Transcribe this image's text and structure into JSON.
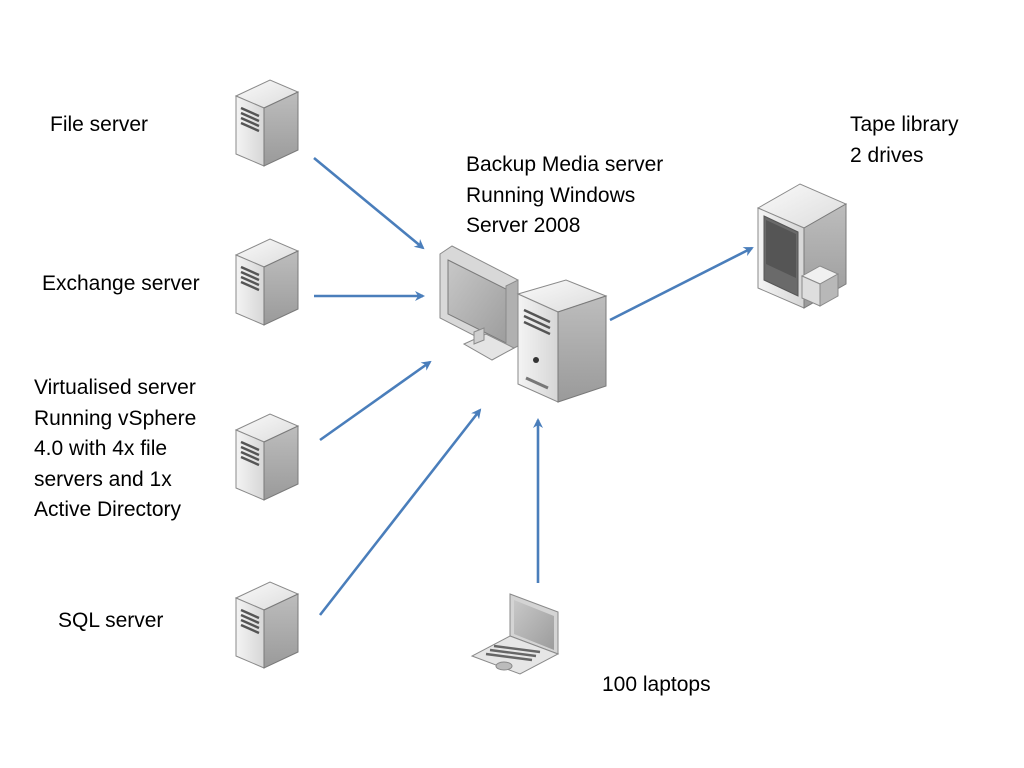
{
  "diagram": {
    "arrow_color": "#4a7ebb",
    "nodes": [
      {
        "id": "file-server",
        "type": "server",
        "lines": [
          "File server"
        ]
      },
      {
        "id": "exchange-server",
        "type": "server",
        "lines": [
          "Exchange server"
        ]
      },
      {
        "id": "virtualised-server",
        "type": "server",
        "lines": [
          "Virtualised server",
          "Running vSphere",
          "4.0 with 4x file",
          "servers and 1x",
          "Active Directory"
        ]
      },
      {
        "id": "sql-server",
        "type": "server",
        "lines": [
          "SQL server"
        ]
      },
      {
        "id": "backup-media-server",
        "type": "workstation",
        "lines": [
          "Backup Media server",
          "Running Windows",
          "Server 2008"
        ]
      },
      {
        "id": "tape-library",
        "type": "tape-library",
        "lines": [
          "Tape library",
          "2 drives"
        ]
      },
      {
        "id": "laptops",
        "type": "laptop",
        "lines": [
          "100 laptops"
        ]
      }
    ],
    "edges": [
      {
        "from": "file-server",
        "to": "backup-media-server"
      },
      {
        "from": "exchange-server",
        "to": "backup-media-server"
      },
      {
        "from": "virtualised-server",
        "to": "backup-media-server"
      },
      {
        "from": "sql-server",
        "to": "backup-media-server"
      },
      {
        "from": "laptops",
        "to": "backup-media-server"
      },
      {
        "from": "backup-media-server",
        "to": "tape-library"
      }
    ]
  }
}
